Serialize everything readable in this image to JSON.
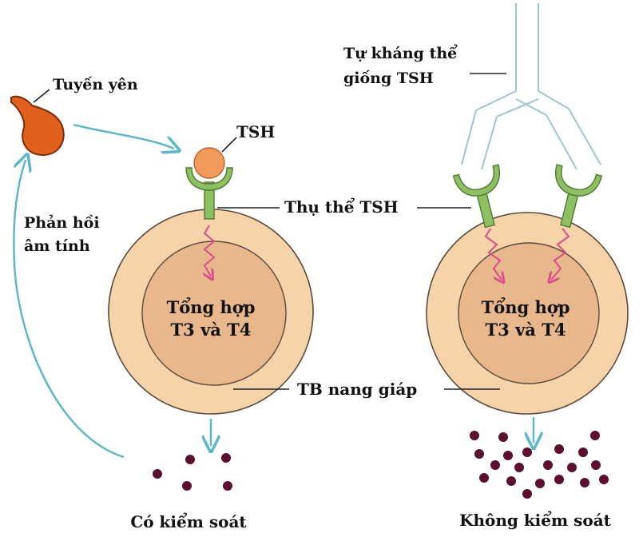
{
  "labels": {
    "pituitary": "Tuyến yên",
    "tsh": "TSH",
    "feedback_line1": "Phản hồi",
    "feedback_line2": "âm tính",
    "receptor": "Thụ thể TSH",
    "autoantibody_line1": "Tự kháng thể",
    "autoantibody_line2": "giống TSH",
    "left_cell_line1": "Tổng hợp",
    "left_cell_line2": "T3 và T4",
    "right_cell_line1": "Tổng hợp",
    "right_cell_line2": "T3 và T4",
    "follicular_cell": "TB nang giáp",
    "controlled": "Có kiểm soát",
    "uncontrolled": "Không kiểm soát"
  },
  "colors": {
    "cell_outer": "#f6d3a8",
    "cell_inner": "#e8b78b",
    "cell_stroke": "#5a4a3c",
    "receptor": "#8cc063",
    "receptor_stroke": "#4f7a32",
    "tsh": "#f29a5c",
    "pituitary": "#e0601c",
    "arrow_blue": "#5fb8c9",
    "antibody": "#9cc7d1",
    "signal_pink": "#d64f8c",
    "hormone_dot": "#5c0f30"
  }
}
